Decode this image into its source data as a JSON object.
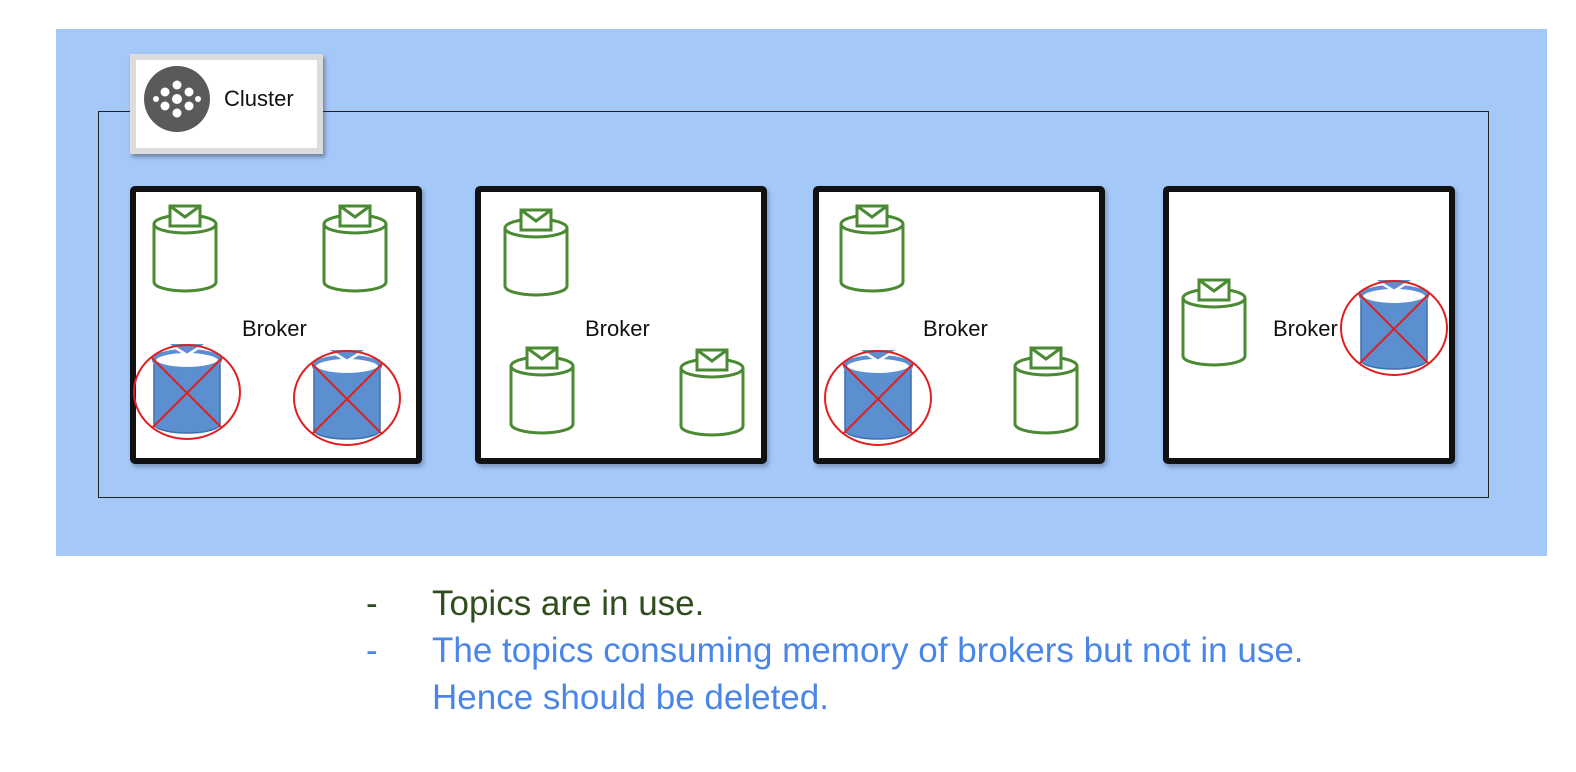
{
  "cluster": {
    "label": "Cluster",
    "icon": "cluster-dots-icon"
  },
  "brokers": [
    {
      "label": "Broker",
      "topics": [
        {
          "status": "active"
        },
        {
          "status": "active"
        },
        {
          "status": "unused"
        },
        {
          "status": "unused"
        }
      ]
    },
    {
      "label": "Broker",
      "topics": [
        {
          "status": "active"
        },
        {
          "status": "active"
        },
        {
          "status": "active"
        }
      ]
    },
    {
      "label": "Broker",
      "topics": [
        {
          "status": "active"
        },
        {
          "status": "unused"
        },
        {
          "status": "active"
        }
      ]
    },
    {
      "label": "Broker",
      "topics": [
        {
          "status": "active"
        },
        {
          "status": "unused"
        }
      ]
    }
  ],
  "legend": [
    {
      "bullet": "-",
      "text": "Topics are in use.",
      "color": "#2f4d1d"
    },
    {
      "bullet": "-",
      "text": "The topics consuming memory of brokers but not in use.\nHence should be deleted.",
      "color": "#4a86e8"
    }
  ],
  "colors": {
    "background": "#a4c8f8",
    "active_topic": "#4a8a32",
    "unused_topic": "#5b8fd0",
    "cross": "#e02020"
  }
}
